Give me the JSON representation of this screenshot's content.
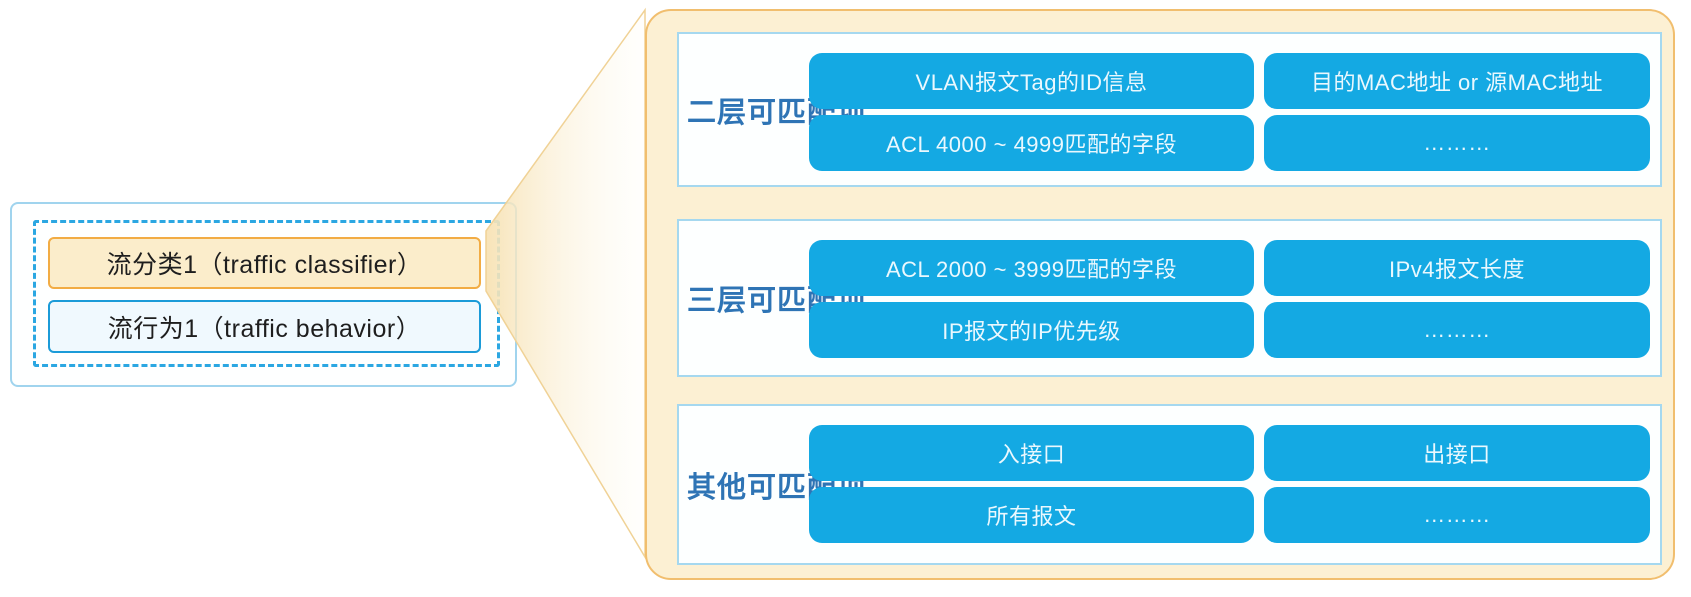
{
  "left_group": {
    "classifier_label": "流分类1（traffic classifier）",
    "behavior_label": "流行为1（traffic behavior）"
  },
  "match_panel": {
    "sections": [
      {
        "label": "二层可匹配项",
        "items": [
          "VLAN报文Tag的ID信息",
          "目的MAC地址 or 源MAC地址",
          "ACL 4000 ~ 4999匹配的字段",
          "………"
        ]
      },
      {
        "label": "三层可匹配项",
        "items": [
          "ACL 2000 ~ 3999匹配的字段",
          "IPv4报文长度",
          "IP报文的IP优先级",
          "………"
        ]
      },
      {
        "label": "其他可匹配项",
        "items": [
          "入接口",
          "出接口",
          "所有报文",
          "………"
        ]
      }
    ]
  },
  "colors": {
    "item_chip_blue": "#14A9E3",
    "item_chip_text": "#EAF8FE",
    "section_label_blue": "#2E74B5",
    "section_border": "#A5D8EF",
    "panel_bg": "#FCF0D3",
    "panel_border": "#F1BE6E",
    "classifier_bg": "#FBEDCB",
    "classifier_border": "#F2AC44",
    "behavior_bg": "#F0F9FE",
    "behavior_border": "#1B9BD8",
    "dashed_border": "#2BA7E2",
    "outer_box_border": "#A0D4EE",
    "funnel_fill": "#F7E2B4",
    "funnel_stroke": "#F0D296"
  }
}
